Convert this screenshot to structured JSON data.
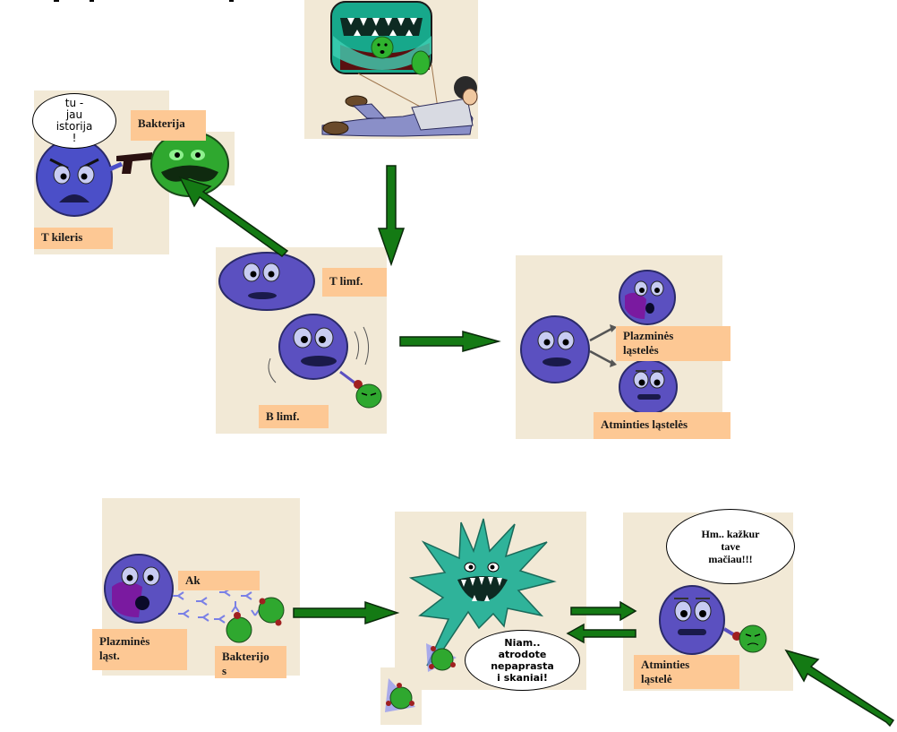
{
  "diagram": {
    "title": "Immune response: bacteria, lymphocytes, plasma and memory cells",
    "colors": {
      "panel_bg": "#f2e9d6",
      "label_bg": "#fdc894",
      "arrow_green": "#147a14",
      "cell_blue": "#5b50c0",
      "bacterium_green": "#2fa82f",
      "pathogen_teal": "#2fb39a"
    },
    "panels": {
      "infection": {
        "icon": "person-with-bacteria-icon"
      },
      "t_killer": {
        "speech": [
          "tu -",
          "jau",
          "istorija",
          "!"
        ],
        "label_bacteria": "Bakterija",
        "label_killer": "T kileris"
      },
      "lymphocytes": {
        "label_t": "T limf.",
        "label_b": "B limf."
      },
      "differentiation": {
        "label_plasma": [
          "Plazminės",
          "ląstelės"
        ],
        "label_memory": "Atminties ląstelės"
      },
      "antibodies": {
        "label_ak": "Ak",
        "label_plasma": [
          "Plazminės",
          "ląst."
        ],
        "label_bacteria": [
          "Bakterijo",
          "s"
        ]
      },
      "macrophage": {
        "speech": [
          "Niam..",
          "atrodote",
          "nepaprasta",
          "i skaniai!"
        ]
      },
      "memory": {
        "speech": [
          "Hm.. kažkur",
          "tave",
          "mačiau!!!"
        ],
        "label_memory": [
          "Atminties",
          "ląstelė"
        ]
      }
    }
  }
}
